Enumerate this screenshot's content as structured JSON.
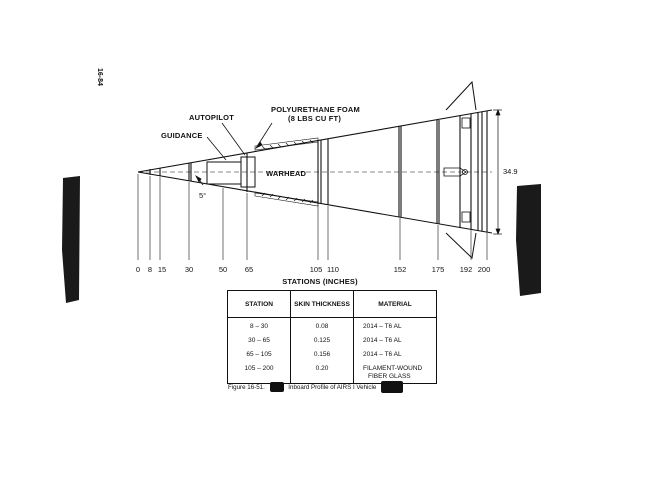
{
  "page_number": "16-84",
  "labels": {
    "autopilot": "AUTOPILOT",
    "guidance": "GUIDANCE",
    "foam_line1": "POLYURETHANE FOAM",
    "foam_line2": "(8 LBS CU FT)",
    "warhead": "WARHEAD",
    "angle": "5°",
    "base_diameter": "34.9"
  },
  "stations": {
    "ticks": [
      "0",
      "8",
      "15",
      "30",
      "50",
      "65",
      "105",
      "110",
      "152",
      "175",
      "192",
      "200"
    ],
    "axis_title": "STATIONS (INCHES)"
  },
  "table": {
    "headers": [
      "STATION",
      "SKIN THICKNESS",
      "MATERIAL"
    ],
    "rows": [
      {
        "station": "8 – 30",
        "thickness": "0.08",
        "material": "2014 – T6 AL"
      },
      {
        "station": "30 – 65",
        "thickness": "0.125",
        "material": "2014 – T6 AL"
      },
      {
        "station": "65 – 105",
        "thickness": "0.156",
        "material": "2014 – T6 AL"
      },
      {
        "station": "105 – 200",
        "thickness": "0.20",
        "material_line1": "FILAMENT-WOUND",
        "material_line2": "FIBER GLASS"
      }
    ]
  },
  "caption": {
    "figure": "Figure 16-51.",
    "text": "Inboard Profile of AIRS I Vehicle"
  }
}
